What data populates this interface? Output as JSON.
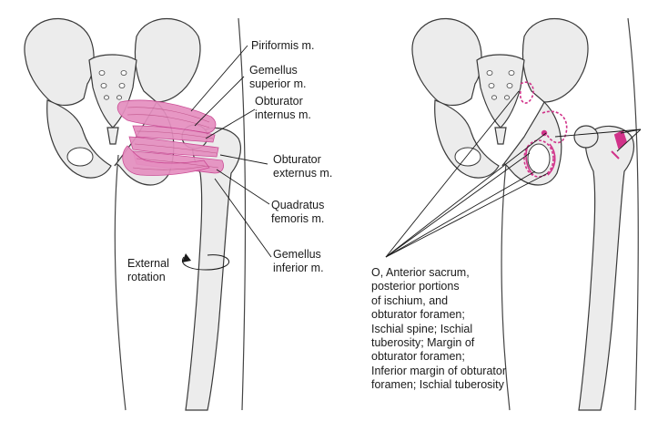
{
  "colors": {
    "muscle": "#e58fc0",
    "muscle_dark": "#c8418f",
    "bone_fill": "#ececec",
    "bone_stroke": "#3a3a3a",
    "attachment": "#d1338a",
    "text": "#1a1a1a"
  },
  "left_panel": {
    "labels": {
      "piriformis": [
        "Piriformis m."
      ],
      "gemellus_superior": [
        "Gemellus",
        "superior m."
      ],
      "obturator_internus": [
        "Obturator",
        "internus m."
      ],
      "obturator_externus": [
        "Obturator",
        "externus m."
      ],
      "quadratus_femoris": [
        "Quadratus",
        "femoris m."
      ],
      "gemellus_inferior": [
        "Gemellus",
        "inferior m."
      ],
      "external_rotation": [
        "External",
        "rotation"
      ]
    }
  },
  "right_panel": {
    "origin_text": [
      "O, Anterior sacrum,",
      "posterior portions",
      "of ischium, and",
      "obturator foramen;",
      "Ischial spine; Ischial",
      "tuberosity; Margin of",
      "obturator foramen;",
      "Inferior margin of obturator",
      "foramen; Ischial tuberosity"
    ]
  }
}
